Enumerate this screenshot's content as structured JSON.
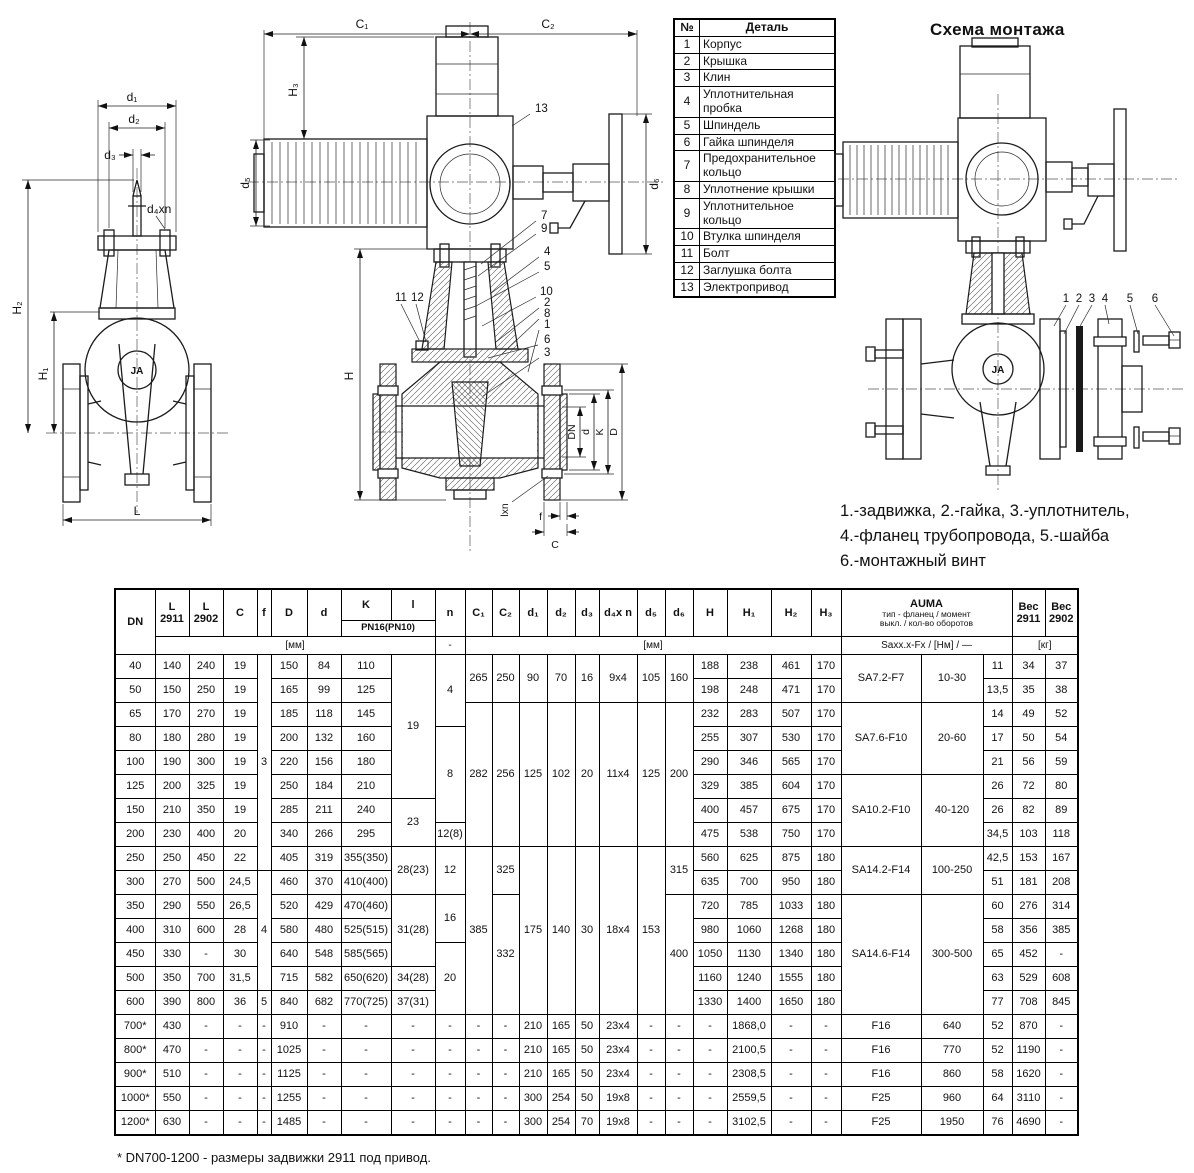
{
  "drawings": {
    "logo": "JA",
    "left_view": {
      "dims": {
        "d1": "d₁",
        "d2": "d₂",
        "d3": "d₃",
        "d4xn": "d₄xn",
        "H1": "H₁",
        "H2": "H₂",
        "L": "L"
      }
    },
    "section_view": {
      "dims": {
        "C1": "C₁",
        "C2": "C₂",
        "H3": "H₃",
        "d5": "d₅",
        "d6": "d₆",
        "H": "H",
        "DN": "DN",
        "d": "d",
        "K": "K",
        "D": "D",
        "lxn": "lxn",
        "f": "f",
        "C": "C"
      },
      "callouts": {
        "n1": "1",
        "n2": "2",
        "n3": "3",
        "n4": "4",
        "n5": "5",
        "n6": "6",
        "n7": "7",
        "n8": "8",
        "n9": "9",
        "n10": "10",
        "n11": "11",
        "n12": "12",
        "n13": "13"
      }
    },
    "montage": {
      "title": "Схема монтажа",
      "callouts": {
        "n1": "1",
        "n2": "2",
        "n3": "3",
        "n4": "4",
        "n5": "5",
        "n6": "6"
      },
      "legend_line1": "1.-задвижка, 2.-гайка, 3.-уплотнитель,",
      "legend_line2": "4.-фланец трубопровода, 5.-шайба",
      "legend_line3": "6.-монтажный винт"
    }
  },
  "parts_table": {
    "col_no": "№",
    "col_name": "Деталь",
    "rows": [
      {
        "no": "1",
        "name": "Корпус"
      },
      {
        "no": "2",
        "name": "Крышка"
      },
      {
        "no": "3",
        "name": "Клин"
      },
      {
        "no": "4",
        "name": "Уплотнительная пробка"
      },
      {
        "no": "5",
        "name": "Шпиндель"
      },
      {
        "no": "6",
        "name": "Гайка шпинделя"
      },
      {
        "no": "7",
        "name": "Предохранительное кольцо"
      },
      {
        "no": "8",
        "name": "Уплотнение крышки"
      },
      {
        "no": "9",
        "name": "Уплотнительное кольцо"
      },
      {
        "no": "10",
        "name": "Втулка шпинделя"
      },
      {
        "no": "11",
        "name": "Болт"
      },
      {
        "no": "12",
        "name": "Заглушка болта"
      },
      {
        "no": "13",
        "name": "Электропривод"
      }
    ]
  },
  "main_table": {
    "header": {
      "dn": "DN",
      "L": "L",
      "y2911": "2911",
      "y2902": "2902",
      "c": "C",
      "f": "f",
      "D": "D",
      "d": "d",
      "K": "K",
      "l": "l",
      "pn": "PN16(PN10)",
      "n": "n",
      "c1": "C₁",
      "c2": "C₂",
      "d1": "d₁",
      "d2": "d₂",
      "d3": "d₃",
      "d4": "d₄x n",
      "d5": "d₅",
      "d6": "d₆",
      "H": "H",
      "H1": "H₁",
      "H2": "H₂",
      "H3": "H₃",
      "auma": "AUMA",
      "auma_sub1": "тип - фланец / момент",
      "auma_sub2": "выкл. / кол-во оборотов",
      "ves": "Вес"
    },
    "units": {
      "mm": "[мм]",
      "dash": "-",
      "saxx": "Saxx.x-Fx / [Нм] / —",
      "kg": "[кг]"
    },
    "rows": [
      [
        "40",
        "140",
        "240",
        "19",
        {
          "v": "3",
          "rs": 9
        },
        "150",
        "84",
        "110",
        {
          "v": "19",
          "rs": 6
        },
        {
          "v": "4",
          "rs": 3
        },
        {
          "v": "265",
          "rs": 2
        },
        {
          "v": "250",
          "rs": 2
        },
        {
          "v": "90",
          "rs": 2
        },
        {
          "v": "70",
          "rs": 2
        },
        {
          "v": "16",
          "rs": 2
        },
        {
          "v": "9x4",
          "rs": 2
        },
        {
          "v": "105",
          "rs": 2
        },
        {
          "v": "160",
          "rs": 2
        },
        "188",
        "238",
        "461",
        "170",
        {
          "v": "SA7.2-F7",
          "rs": 2
        },
        {
          "v": "10-30",
          "rs": 2
        },
        "11",
        "34",
        "37"
      ],
      [
        "50",
        "150",
        "250",
        "19",
        "165",
        "99",
        "125",
        "198",
        "248",
        "471",
        "170",
        "13,5",
        "35",
        "38"
      ],
      [
        "65",
        "170",
        "270",
        "19",
        "185",
        "118",
        "145",
        {
          "v": "282",
          "rs": 6
        },
        {
          "v": "256",
          "rs": 6
        },
        {
          "v": "125",
          "rs": 6
        },
        {
          "v": "102",
          "rs": 6
        },
        {
          "v": "20",
          "rs": 6
        },
        {
          "v": "11x4",
          "rs": 6
        },
        {
          "v": "125",
          "rs": 6
        },
        {
          "v": "200",
          "rs": 6
        },
        "232",
        "283",
        "507",
        "170",
        {
          "v": "SA7.6-F10",
          "rs": 3
        },
        {
          "v": "20-60",
          "rs": 3
        },
        "14",
        "49",
        "52"
      ],
      [
        "80",
        "180",
        "280",
        "19",
        "200",
        "132",
        "160",
        {
          "v": "8",
          "rs": 4
        },
        "255",
        "307",
        "530",
        "170",
        "17",
        "50",
        "54"
      ],
      [
        "100",
        "190",
        "300",
        "19",
        "220",
        "156",
        "180",
        "290",
        "346",
        "565",
        "170",
        "21",
        "56",
        "59"
      ],
      [
        "125",
        "200",
        "325",
        "19",
        "250",
        "184",
        "210",
        "329",
        "385",
        "604",
        "170",
        {
          "v": "SA10.2-F10",
          "rs": 3
        },
        {
          "v": "40-120",
          "rs": 3
        },
        "26",
        "72",
        "80"
      ],
      [
        "150",
        "210",
        "350",
        "19",
        "285",
        "211",
        "240",
        {
          "v": "23",
          "rs": 2
        },
        "400",
        "457",
        "675",
        "170",
        "26",
        "82",
        "89"
      ],
      [
        "200",
        "230",
        "400",
        "20",
        "340",
        "266",
        "295",
        "12(8)",
        "475",
        "538",
        "750",
        "170",
        "34,5",
        "103",
        "118"
      ],
      [
        "250",
        "250",
        "450",
        "22",
        "405",
        "319",
        "355(350)",
        {
          "v": "28(23)",
          "rs": 2
        },
        {
          "v": "12",
          "rs": 2
        },
        {
          "v": "385",
          "rs": 7
        },
        {
          "v": "325",
          "rs": 2
        },
        {
          "v": "175",
          "rs": 7
        },
        {
          "v": "140",
          "rs": 7
        },
        {
          "v": "30",
          "rs": 7
        },
        {
          "v": "18x4",
          "rs": 7
        },
        {
          "v": "153",
          "rs": 7
        },
        {
          "v": "315",
          "rs": 2
        },
        "560",
        "625",
        "875",
        "180",
        {
          "v": "SA14.2-F14",
          "rs": 2
        },
        {
          "v": "100-250",
          "rs": 2
        },
        "42,5",
        "153",
        "167"
      ],
      [
        "300",
        "270",
        "500",
        "24,5",
        {
          "v": "4",
          "rs": 5
        },
        "460",
        "370",
        "410(400)",
        "635",
        "700",
        "950",
        "180",
        "51",
        "181",
        "208"
      ],
      [
        "350",
        "290",
        "550",
        "26,5",
        "520",
        "429",
        "470(460)",
        {
          "v": "31(28)",
          "rs": 3
        },
        {
          "v": "16",
          "rs": 2
        },
        {
          "v": "332",
          "rs": 5
        },
        {
          "v": "400",
          "rs": 5
        },
        "720",
        "785",
        "1033",
        "180",
        {
          "v": "SA14.6-F14",
          "rs": 5
        },
        {
          "v": "300-500",
          "rs": 5
        },
        "60",
        "276",
        "314"
      ],
      [
        "400",
        "310",
        "600",
        "28",
        "580",
        "480",
        "525(515)",
        "980",
        "1060",
        "1268",
        "180",
        "58",
        "356",
        "385"
      ],
      [
        "450",
        "330",
        "-",
        "30",
        "640",
        "548",
        "585(565)",
        {
          "v": "20",
          "rs": 3
        },
        "1050",
        "1130",
        "1340",
        "180",
        "65",
        "452",
        "-"
      ],
      [
        "500",
        "350",
        "700",
        "31,5",
        "715",
        "582",
        "650(620)",
        "34(28)",
        "1160",
        "1240",
        "1555",
        "180",
        "63",
        "529",
        "608"
      ],
      [
        "600",
        "390",
        "800",
        "36",
        "5",
        "840",
        "682",
        "770(725)",
        "37(31)",
        "1330",
        "1400",
        "1650",
        "180",
        "77",
        "708",
        "845"
      ],
      [
        "700*",
        "430",
        "-",
        "-",
        "-",
        "910",
        "-",
        "-",
        "-",
        "-",
        "-",
        "-",
        "210",
        "165",
        "50",
        "23x4",
        "-",
        "-",
        "-",
        "1868,0",
        "-",
        "-",
        "F16",
        "640",
        "52",
        "870",
        "-"
      ],
      [
        "800*",
        "470",
        "-",
        "-",
        "-",
        "1025",
        "-",
        "-",
        "-",
        "-",
        "-",
        "-",
        "210",
        "165",
        "50",
        "23x4",
        "-",
        "-",
        "-",
        "2100,5",
        "-",
        "-",
        "F16",
        "770",
        "52",
        "1190",
        "-"
      ],
      [
        "900*",
        "510",
        "-",
        "-",
        "-",
        "1125",
        "-",
        "-",
        "-",
        "-",
        "-",
        "-",
        "210",
        "165",
        "50",
        "23x4",
        "-",
        "-",
        "-",
        "2308,5",
        "-",
        "-",
        "F16",
        "860",
        "58",
        "1620",
        "-"
      ],
      [
        "1000*",
        "550",
        "-",
        "-",
        "-",
        "1255",
        "-",
        "-",
        "-",
        "-",
        "-",
        "-",
        "300",
        "254",
        "50",
        "19x8",
        "-",
        "-",
        "-",
        "2559,5",
        "-",
        "-",
        "F25",
        "960",
        "64",
        "3110",
        "-"
      ],
      [
        "1200*",
        "630",
        "-",
        "-",
        "-",
        "1485",
        "-",
        "-",
        "-",
        "-",
        "-",
        "-",
        "300",
        "254",
        "70",
        "19x8",
        "-",
        "-",
        "-",
        "3102,5",
        "-",
        "-",
        "F25",
        "1950",
        "76",
        "4690",
        "-"
      ]
    ]
  },
  "footnote": "* DN700-1200 - размеры задвижки 2911 под привод."
}
